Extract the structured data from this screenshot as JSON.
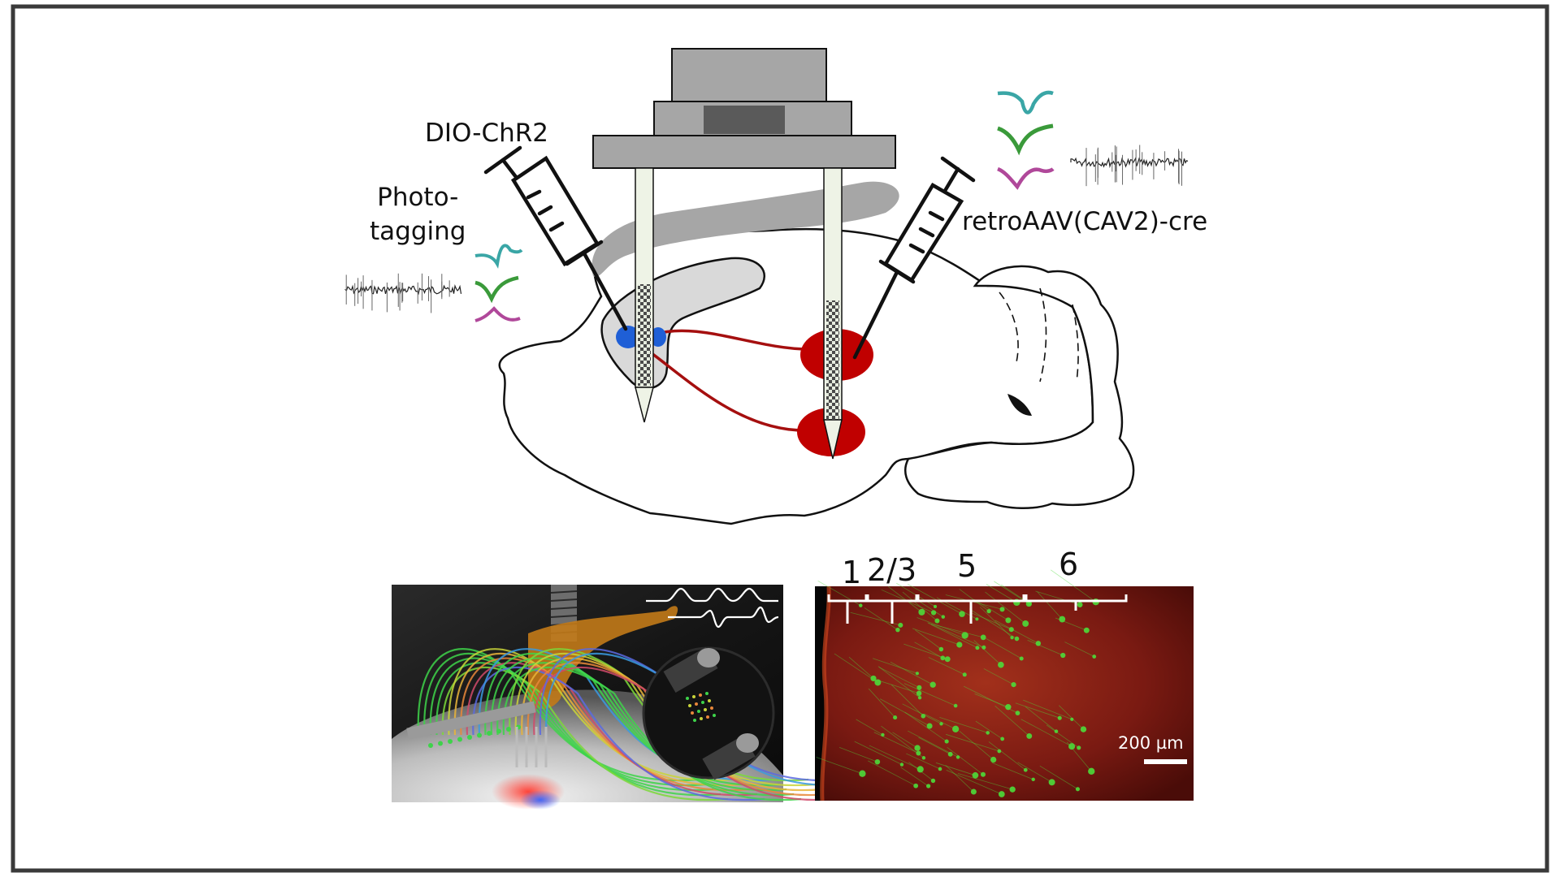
{
  "labels": {
    "dio_chr2": "DIO-ChR2",
    "phototagging": "Photo-\ntagging",
    "retro_aav": "retroAAV(CAV2)-cre"
  },
  "histology": {
    "layers": [
      "1",
      "2/3",
      "5",
      "6"
    ],
    "scale_bar": "200 µm"
  },
  "colors": {
    "frame": "#3a3a3a",
    "probe_holder": "#a6a6a6",
    "corpus_callosum": "#a6a6a6",
    "region_fill": "#d9d9d9",
    "injection_site": "#1f5fd6",
    "target_region": "#c00000",
    "axon": "#a50f0f",
    "spike_cyan": "#3aa6a6",
    "spike_green": "#3a9a3a",
    "spike_magenta": "#b0489a",
    "histology_red": "#8a1c12",
    "histology_green": "#4ddb3a"
  }
}
